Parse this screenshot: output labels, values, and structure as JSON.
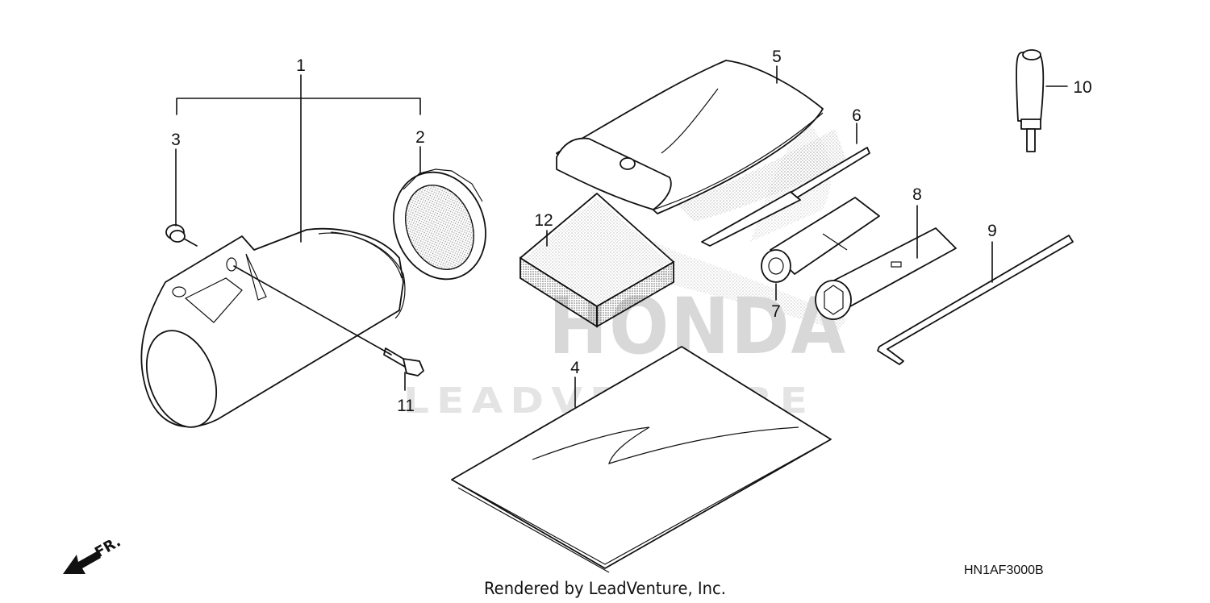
{
  "callouts": {
    "c1": "1",
    "c2": "2",
    "c3": "3",
    "c4": "4",
    "c5": "5",
    "c6": "6",
    "c7": "7",
    "c8": "8",
    "c9": "9",
    "c10": "10",
    "c11": "11",
    "c12": "12"
  },
  "watermark": {
    "brand": "HONDA",
    "lead": "LEADVENTURE"
  },
  "diagram_code": "HN1AF3000B",
  "footer": "Rendered by LeadVenture, Inc.",
  "front_indicator": "FR.",
  "colors": {
    "line": "#111111",
    "watermark": "#d8d8d8",
    "background": "#ffffff"
  }
}
